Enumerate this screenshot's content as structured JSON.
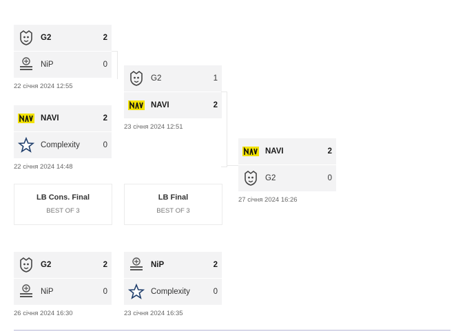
{
  "matches": [
    {
      "team1": "G2",
      "score1": "2",
      "team2": "NiP",
      "score2": "0",
      "date": "22 січня 2024 12:55"
    },
    {
      "team1": "NAVI",
      "score1": "2",
      "team2": "Complexity",
      "score2": "0",
      "date": "22 січня 2024 14:48"
    },
    {
      "team1": "G2",
      "score1": "1",
      "team2": "NAVI",
      "score2": "2",
      "date": "23 січня 2024 12:51"
    },
    {
      "team1": "NAVI",
      "score1": "2",
      "team2": "G2",
      "score2": "0",
      "date": "27 січня 2024 16:26"
    },
    {
      "team1": "G2",
      "score1": "2",
      "team2": "NiP",
      "score2": "0",
      "date": "26 січня 2024 16:30"
    },
    {
      "team1": "NiP",
      "score1": "2",
      "team2": "Complexity",
      "score2": "0",
      "date": "23 січня 2024 16:35"
    }
  ],
  "placeholders": [
    {
      "title": "LB Cons. Final",
      "subtitle": "BEST OF 3"
    },
    {
      "title": "LB Final",
      "subtitle": "BEST OF 3"
    }
  ],
  "icons": {
    "g2": "g2-logo-icon",
    "nip": "nip-logo-icon",
    "navi": "navi-logo-icon",
    "complexity": "complexity-star-icon"
  },
  "colors": {
    "row_bg": "#f3f3f4",
    "navi_yellow": "#f2e200",
    "complexity_blue": "#1e3d6b"
  }
}
